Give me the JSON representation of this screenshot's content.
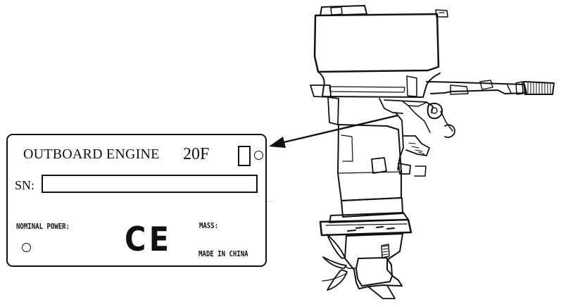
{
  "plate": {
    "title": "OUTBOARD ENGINE",
    "model": "20F",
    "sn_label": "SN:",
    "nominal_power_label": "NOMINAL POWER:",
    "mass_label": "MASS:",
    "made_in_label": "MADE IN CHINA",
    "ce_mark": "CE"
  },
  "engine": {
    "icon": "outboard-engine-illustration"
  },
  "pointer": {
    "icon": "arrow-pointer"
  }
}
